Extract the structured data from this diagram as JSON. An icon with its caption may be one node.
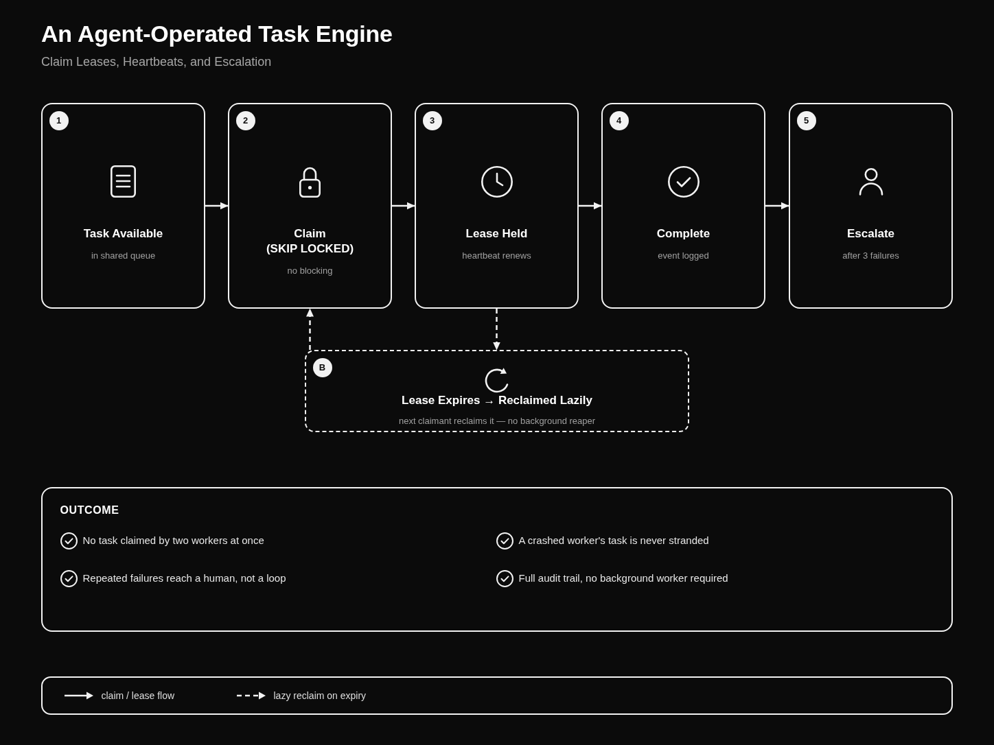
{
  "diagram": {
    "title": "An Agent-Operated Task Engine",
    "nodes": [
      {
        "text": [
          "Task Available",
          "in shared queue"
        ]
      },
      {
        "text": [
          "1"
        ],
        "in": 0
      },
      {
        "text": [
          "Claim (SKIP LOCKED)",
          "no blocking"
        ]
      },
      {
        "text": [
          "2"
        ],
        "in": 2
      },
      {
        "text": [
          "Lease Held",
          "heartbeat renews"
        ]
      },
      {
        "text": [
          "3"
        ],
        "in": 4
      },
      {
        "text": [
          "Complete",
          "event logged"
        ]
      },
      {
        "text": [
          "4"
        ],
        "in": 6
      },
      {
        "text": [
          "Escalate",
          "after 3 failures"
        ]
      },
      {
        "text": [
          "5"
        ],
        "in": 8
      },
      {
        "text": [
          "Lease Expires → Reclaimed Lazily",
          "next claimant reclaims it — no background reaper"
        ]
      },
      {
        "text": [
          "B"
        ],
        "in": 10
      },
      {
        "text": [
          "OUTCOME",
          "No task claimed by two workers at once",
          "A crashed worker's task is never stranded",
          "Repeated failures reach a human, not a loop",
          "Full audit trail, no background worker required"
        ]
      }
    ],
    "edges": [
      {
        "from": 0,
        "to": 2,
        "arrow": "to"
      },
      {
        "from": 2,
        "to": 4,
        "arrow": "to"
      },
      {
        "from": 4,
        "to": 6,
        "arrow": "to"
      },
      {
        "from": 6,
        "to": 8,
        "arrow": "to"
      },
      {
        "from": 4,
        "to": 10,
        "arrow": "to",
        "style": "dashed"
      },
      {
        "from": 10,
        "to": 2,
        "arrow": "to",
        "style": "dashed"
      }
    ],
    "labels": [
      "Claim Leases, Heartbeats, and Escalation"
    ],
    "legend": [
      {
        "text": "claim / lease flow"
      },
      {
        "text": "lazy reclaim on expiry"
      }
    ]
  }
}
